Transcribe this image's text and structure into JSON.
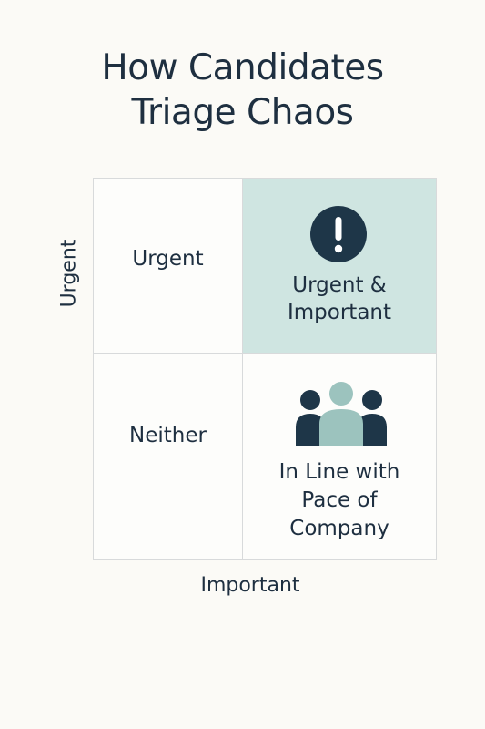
{
  "title": {
    "line1": "How Candidates",
    "line2": "Triage Chaos"
  },
  "matrix": {
    "top_left": "Urgent",
    "top_right_line1": "Urgent &",
    "top_right_line2": "Important",
    "bottom_left": "Neither",
    "bottom_right_line1": "In Line with",
    "bottom_right_line2": "Pace of",
    "bottom_right_line3": "Company"
  },
  "axes": {
    "y_label": "Urgent",
    "x_label": "Important"
  },
  "icons": {
    "alert": "exclamation-circle-icon",
    "people": "group-people-icon"
  },
  "colors": {
    "dark_navy": "#1E3648",
    "teal_highlight": "#CFE5E1",
    "teal_person": "#9CC3BE",
    "background": "#FBFAF6"
  }
}
